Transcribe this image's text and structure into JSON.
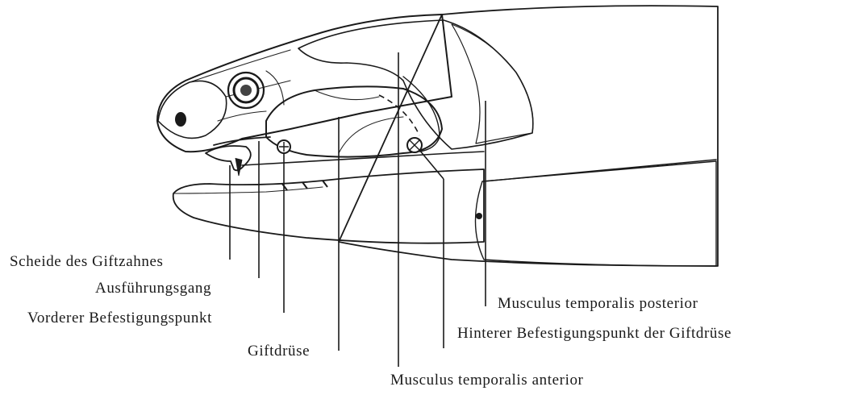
{
  "labels": {
    "sheath": "Scheide des Giftzahnes",
    "duct": "Ausführungsgang",
    "front_attachment": "Vorderer Befestigungspunkt",
    "venom_gland": "Giftdrüse",
    "temporalis_anterior": "Musculus temporalis anterior",
    "temporalis_posterior": "Musculus temporalis posterior",
    "rear_attachment": "Hinterer Befestigungspunkt der Giftdrüse"
  }
}
